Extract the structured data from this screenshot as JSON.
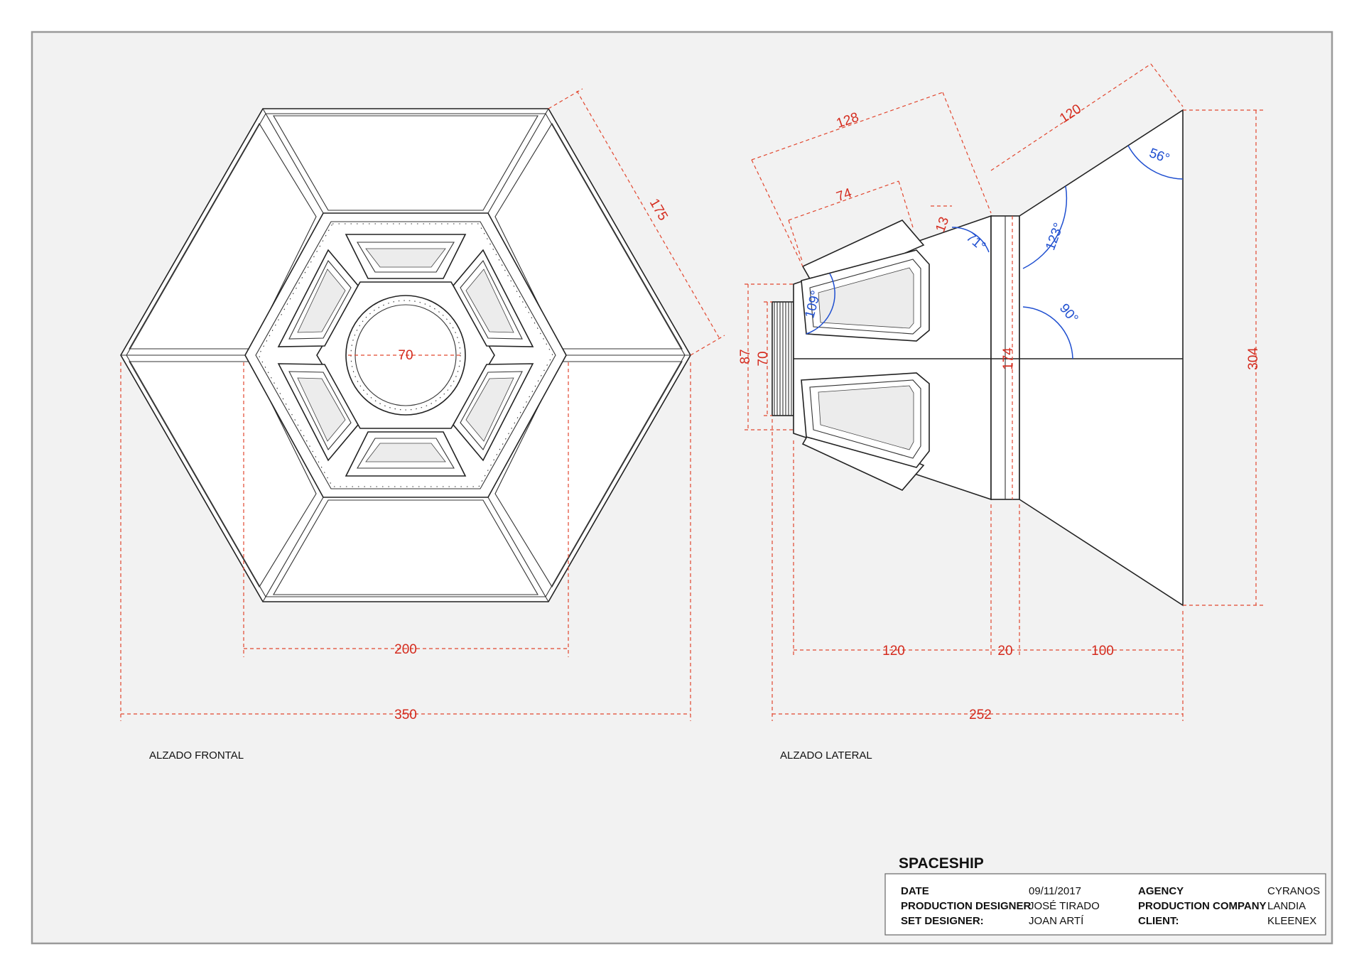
{
  "drawing": {
    "views": {
      "front": "ALZADO FRONTAL",
      "side": "ALZADO LATERAL"
    },
    "front_dimensions": {
      "overall_width": "350",
      "inner_width": "200",
      "side_length": "175",
      "circle_diameter": "70"
    },
    "side_dimensions": {
      "top_128": "128",
      "top_74": "74",
      "small_13": "13",
      "top_120": "120",
      "height_87": "87",
      "height_70": "70",
      "height_174": "174",
      "height_304": "304",
      "bottom_120": "120",
      "bottom_20": "20",
      "bottom_100": "100",
      "overall_252": "252"
    },
    "angles": {
      "a56": "56°",
      "a123": "123°",
      "a90": "90°",
      "a71": "71°",
      "a109": "109°"
    }
  },
  "title_block": {
    "project": "SPACESHIP",
    "rows": [
      {
        "key": "DATE",
        "value": "09/11/2017"
      },
      {
        "key": "PRODUCTION DESIGNER",
        "value": "JOSÉ TIRADO"
      },
      {
        "key": "SET DESIGNER:",
        "value": "JOAN ARTÍ"
      }
    ],
    "rows_right": [
      {
        "key": "AGENCY",
        "value": "CYRANOS"
      },
      {
        "key": "PRODUCTION COMPANY",
        "value": "LANDIA"
      },
      {
        "key": "CLIENT:",
        "value": "KLEENEX"
      }
    ]
  },
  "colors": {
    "dimension": "#d42b1e",
    "angle": "#1f4fd0",
    "frame": "#9a9a9a",
    "sheet": "#f2f2f2"
  }
}
